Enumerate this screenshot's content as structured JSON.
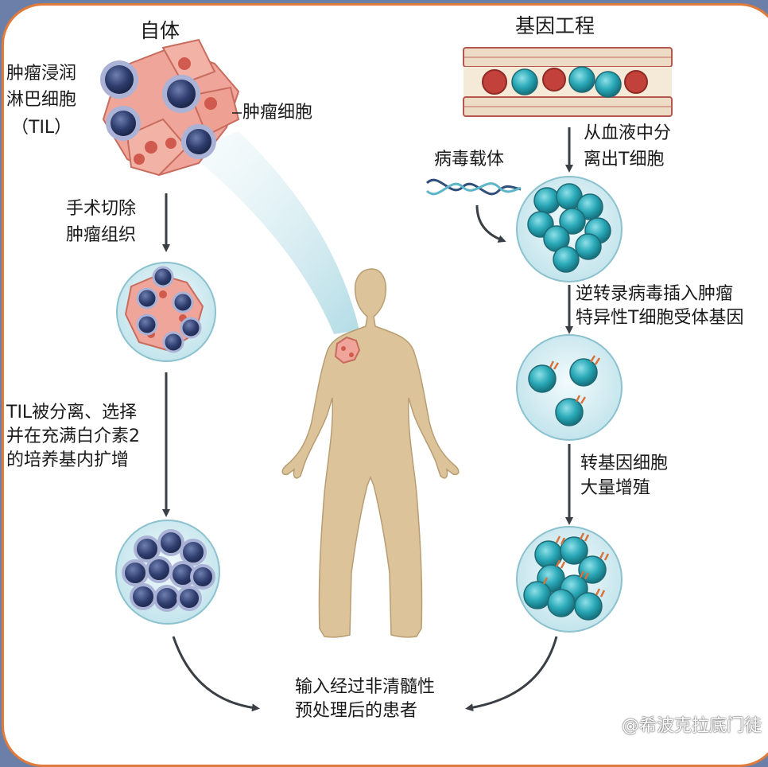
{
  "left_column": {
    "title": "自体",
    "til_label_line1": "肿瘤浸润",
    "til_label_line2": "淋巴细胞",
    "til_label_line3": "（TIL）",
    "tumor_cell_label": "肿瘤细胞",
    "step1_line1": "手术切除",
    "step1_line2": "肿瘤组织",
    "step2_line1": "TIL被分离、选择",
    "step2_line2": "并在充满白介素2",
    "step2_line3": "的培养基内扩增"
  },
  "right_column": {
    "title": "基因工程",
    "step1_line1": "从血液中分",
    "step1_line2": "离出T细胞",
    "vector_label": "病毒载体",
    "step2_line1": "逆转录病毒插入肿瘤",
    "step2_line2": "特异性T细胞受体基因",
    "step3_line1": "转基因细胞",
    "step3_line2": "大量增殖"
  },
  "bottom": {
    "line1": "输入经过非清髓性",
    "line2": "预处理后的患者"
  },
  "watermark": "@希波克拉底门徒",
  "colors": {
    "frame": "#e07b39",
    "background": "#6b7fa8",
    "til_cell": "#2e3d6e",
    "t_cell": "#2aa9b8",
    "tumor_cell": "#f0a59a",
    "body": "#dcc39a",
    "arrow": "#3a3f45"
  }
}
